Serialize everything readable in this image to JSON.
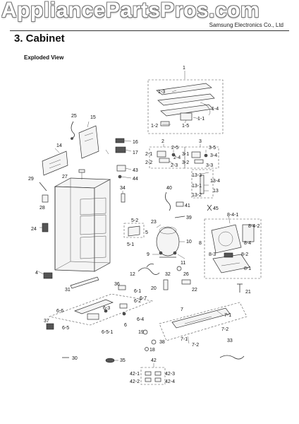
{
  "header": {
    "watermark": "AppliancePartsPros.com",
    "company": "Samsung Electronics Co., Ltd",
    "section_title": "3.  Cabinet",
    "view_title": "Exploded View"
  },
  "callouts": {
    "c1": "1",
    "c1_1": "1-1",
    "c1_2": "1-2",
    "c1_3": "1-3",
    "c1_4": "1-4",
    "c1_5": "1-5",
    "c2": "2",
    "c2_1": "2-1",
    "c2_2": "2-2",
    "c2_3": "2-3",
    "c2_4": "2-4",
    "c2_5": "2-5",
    "c3": "3",
    "c3_1": "3-1",
    "c3_2": "3-2",
    "c3_3": "3-3",
    "c3_4": "3-4",
    "c3_5": "3-5",
    "c4": "4",
    "c5": "5",
    "c5_1": "5-1",
    "c5_2": "5-2",
    "c6": "6",
    "c6_1": "6-1",
    "c6_2": "6-2",
    "c6_3": "6-3",
    "c6_4": "6-4",
    "c6_5": "6-5",
    "c6_5_1": "6-5-1",
    "c6_6": "6-6",
    "c6_7": "6-7",
    "c7": "7",
    "c7_1": "7-1",
    "c7_2a": "7-2",
    "c7_2b": "7-2",
    "c8": "8",
    "c8_1": "8-1",
    "c8_2": "8-2",
    "c8_3": "8-3",
    "c8_4": "8-4",
    "c8_4_1": "8-4-1",
    "c8_4_2": "8-4-2",
    "c9": "9",
    "c10": "10",
    "c11": "11",
    "c12": "12",
    "c13_1": "13-1",
    "c13_2": "13-2",
    "c13_3": "13-3",
    "c13_4": "13-4",
    "c13": "13",
    "c14": "14",
    "c15": "15",
    "c16": "16",
    "c17": "17",
    "c18": "18",
    "c19": "19",
    "c20": "20",
    "c21": "21",
    "c22": "22",
    "c23": "23",
    "c24": "24",
    "c25": "25",
    "c26": "26",
    "c27": "27",
    "c28": "28",
    "c29": "29",
    "c30": "30",
    "c31": "31",
    "c32": "32",
    "c33": "33",
    "c34": "34",
    "c35": "35",
    "c36": "36",
    "c37": "37",
    "c38": "38",
    "c39": "39",
    "c40": "40",
    "c41": "41",
    "c42": "42",
    "c42_1": "42-1",
    "c42_2": "42-2",
    "c42_3": "42-3",
    "c42_4": "42-4",
    "c43": "43",
    "c44": "44",
    "c45": "45"
  }
}
